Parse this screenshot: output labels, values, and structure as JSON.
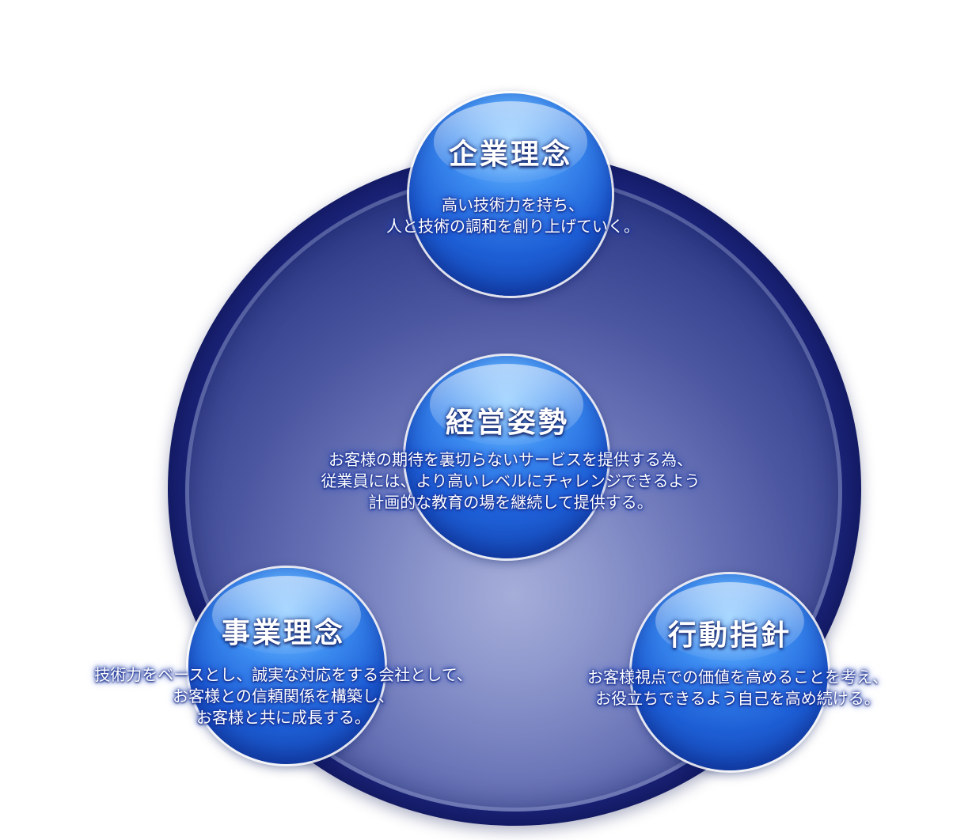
{
  "nodes": {
    "top": {
      "title": "企業理念",
      "lines": [
        "高い技術力を持ち、",
        "人と技術の調和を創り上げていく。"
      ]
    },
    "center": {
      "title": "経営姿勢",
      "lines": [
        "お客様の期待を裏切らないサービスを提供する為、",
        "従業員には、より高いレベルにチャレンジできるよう",
        "計画的な教育の場を継続して提供する。"
      ]
    },
    "left": {
      "title": "事業理念",
      "lines": [
        "技術力をベースとし、誠実な対応をする会社として、",
        "お客様との信頼関係を構築し、",
        "お客様と共に成長する。"
      ]
    },
    "right": {
      "title": "行動指針",
      "lines": [
        "お客様視点での価値を高めることを考え、",
        "お役立ちできるよう自己を高め続ける。"
      ]
    }
  },
  "colors": {
    "outer_ring": "#1a2379",
    "inner_glow": "#a5aed9",
    "bubble": "#1e5fd6",
    "bubble_highlight": "#7fc4ff",
    "text": "#ffffff"
  }
}
